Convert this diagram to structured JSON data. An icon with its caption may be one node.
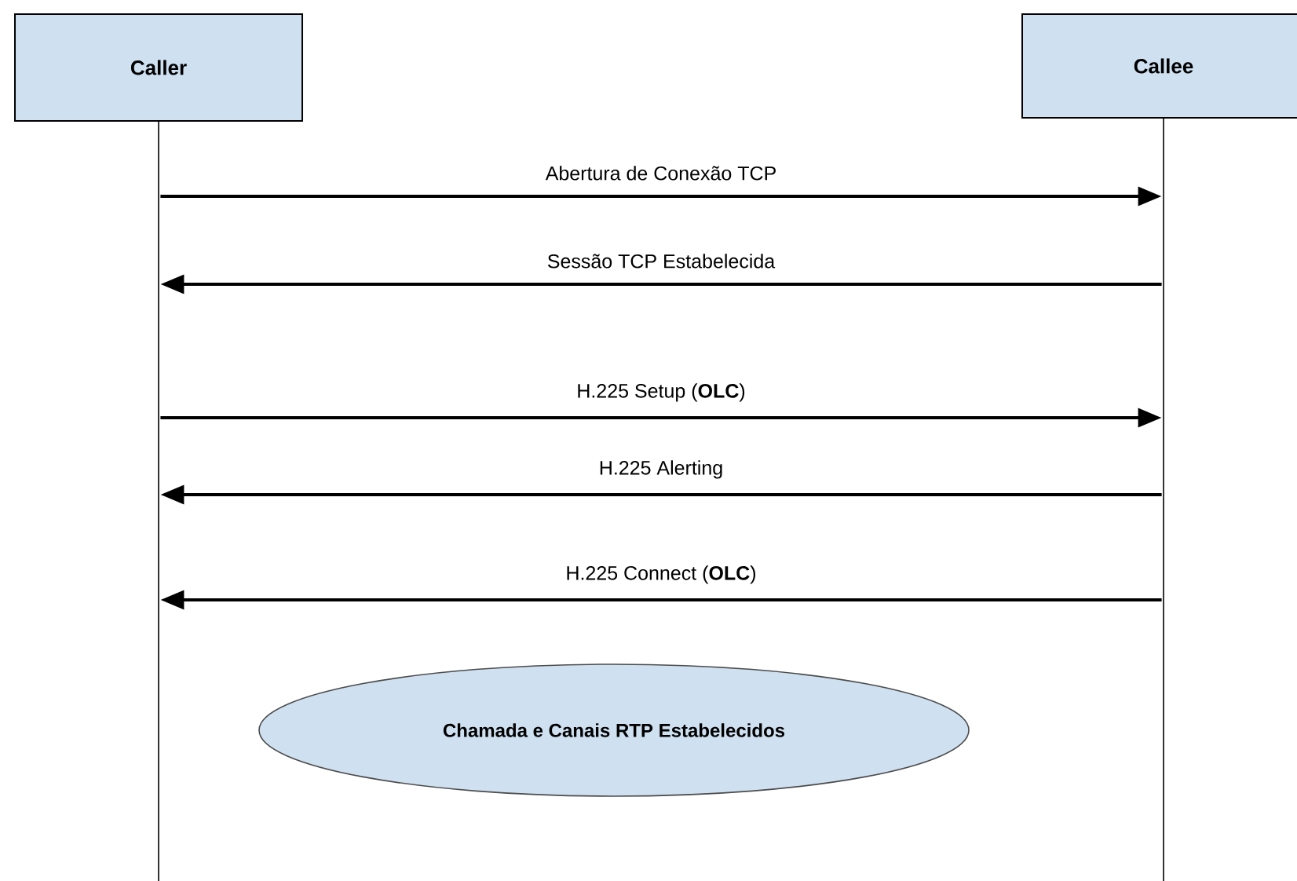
{
  "diagram": {
    "nodes": [
      {
        "text": [
          "Caller"
        ]
      },
      {
        "text": [
          "Callee"
        ]
      },
      {
        "text": [
          "Chamada e Canais RTP Estabelecidos"
        ]
      }
    ],
    "edges": [
      {
        "from": 0,
        "to": 1,
        "arrow": "to",
        "label": "Abertura de Conexão TCP"
      },
      {
        "from": 1,
        "to": 0,
        "arrow": "to",
        "label": "Sessão TCP Estabelecida"
      },
      {
        "from": 0,
        "to": 1,
        "arrow": "to",
        "label": "H.225 Setup (**OLC**)"
      },
      {
        "from": 1,
        "to": 0,
        "arrow": "to",
        "label": "H.225 Alerting"
      },
      {
        "from": 1,
        "to": 0,
        "arrow": "to",
        "label": "H.225 Connect (**OLC**)"
      }
    ]
  }
}
